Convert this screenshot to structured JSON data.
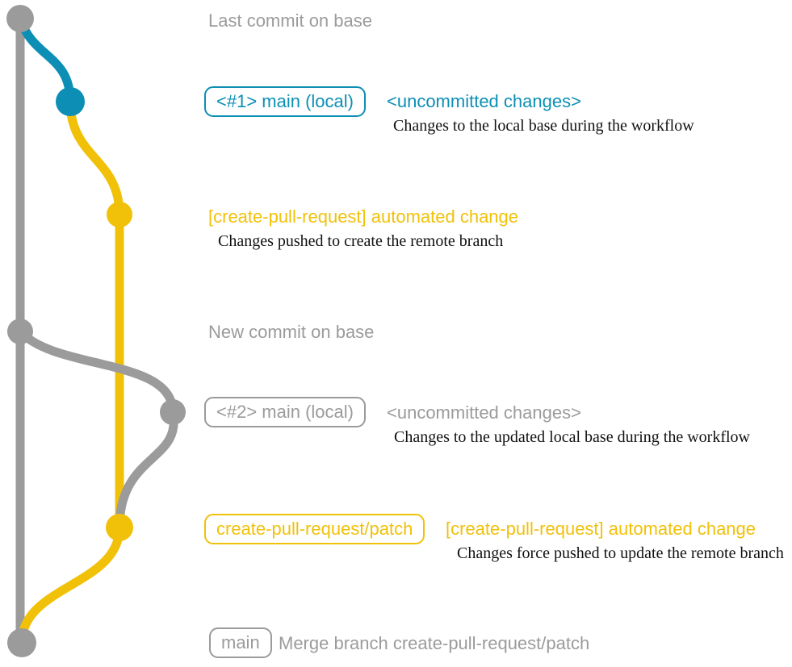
{
  "colors": {
    "base_gray": "#9b9b9b",
    "local_main_blue": "#0d8fb5",
    "patch_yellow": "#f1c109",
    "annotation_black": "#111111",
    "background": "#ffffff"
  },
  "graph": {
    "branches": [
      {
        "name": "base",
        "color": "#9b9b9b"
      },
      {
        "name": "main (local)",
        "color": "#0d8fb5"
      },
      {
        "name": "create-pull-request/patch",
        "color": "#f1c109"
      }
    ],
    "commits": [
      {
        "id": "last-commit-on-base",
        "branch": "base",
        "color": "#9b9b9b"
      },
      {
        "id": "uncommitted-changes-1",
        "branch": "main (local)",
        "color": "#0d8fb5"
      },
      {
        "id": "automated-change-push",
        "branch": "create-pull-request/patch",
        "color": "#f1c109"
      },
      {
        "id": "new-commit-on-base",
        "branch": "base",
        "color": "#9b9b9b"
      },
      {
        "id": "uncommitted-changes-2",
        "branch": "main (local)",
        "color": "#9b9b9b"
      },
      {
        "id": "automated-change-force-push",
        "branch": "create-pull-request/patch",
        "color": "#f1c109"
      },
      {
        "id": "merge-commit",
        "branch": "base",
        "color": "#9b9b9b"
      }
    ]
  },
  "rows": [
    {
      "label": "Last commit on base"
    },
    {
      "branch_label": "<#1> main (local)",
      "message": "<uncommitted changes>",
      "annotation": "Changes to the local base during the workflow"
    },
    {
      "message": "[create-pull-request] automated change",
      "annotation": "Changes pushed to create the remote branch"
    },
    {
      "label": "New commit on base"
    },
    {
      "branch_label": "<#2> main (local)",
      "message": "<uncommitted changes>",
      "annotation": "Changes to the updated local base during the workflow"
    },
    {
      "branch_label": "create-pull-request/patch",
      "message": "[create-pull-request] automated change",
      "annotation": "Changes force pushed to update the remote branch"
    },
    {
      "branch_label": "main",
      "message": "Merge branch create-pull-request/patch"
    }
  ]
}
